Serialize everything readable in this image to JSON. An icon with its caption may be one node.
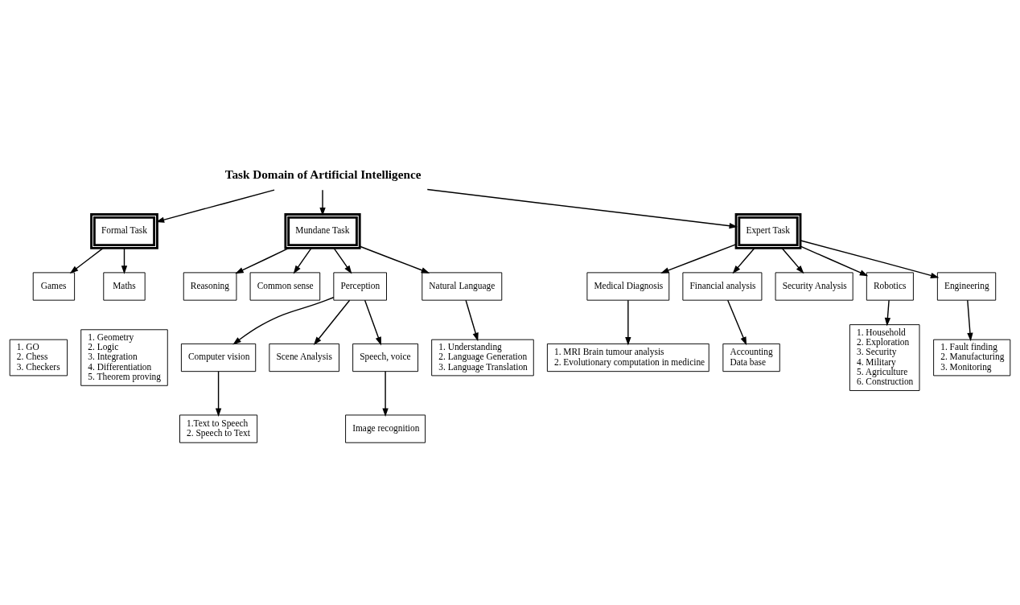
{
  "diagram": {
    "nodes": [
      {
        "text": [
          "Task Domain of Artificial Intelligence"
        ]
      },
      {
        "text": [
          "Formal Task"
        ]
      },
      {
        "text": [
          "Mundane Task"
        ]
      },
      {
        "text": [
          "Expert Task"
        ]
      },
      {
        "text": [
          "Games"
        ]
      },
      {
        "text": [
          "Maths"
        ]
      },
      {
        "text": [
          "1. GO",
          "2. Chess",
          "3. Checkers"
        ]
      },
      {
        "text": [
          "1. Geometry",
          "2. Logic",
          "3. Integration",
          "4. Differentiation",
          "5. Theorem proving"
        ]
      },
      {
        "text": [
          "Reasoning"
        ]
      },
      {
        "text": [
          "Common sense"
        ]
      },
      {
        "text": [
          "Perception"
        ]
      },
      {
        "text": [
          "Natural Language"
        ]
      },
      {
        "text": [
          "Computer vision"
        ]
      },
      {
        "text": [
          "Scene Analysis"
        ]
      },
      {
        "text": [
          "Speech, voice"
        ]
      },
      {
        "text": [
          "1. Understanding",
          "2. Language Generation",
          "3. Language Translation"
        ]
      },
      {
        "text": [
          "1.Text to Speech",
          "2. Speech to Text"
        ]
      },
      {
        "text": [
          "Image recognition"
        ]
      },
      {
        "text": [
          "Medical Diagnosis"
        ]
      },
      {
        "text": [
          "Financial analysis"
        ]
      },
      {
        "text": [
          "Security Analysis"
        ]
      },
      {
        "text": [
          "Robotics"
        ]
      },
      {
        "text": [
          "Engineering"
        ]
      },
      {
        "text": [
          "1. MRI Brain tumour analysis",
          "2. Evolutionary computation in medicine"
        ]
      },
      {
        "text": [
          "Accounting",
          "Data base"
        ]
      },
      {
        "text": [
          "1. Household",
          "2. Exploration",
          "3. Security",
          "4. Military",
          "5. Agriculture",
          "6. Construction"
        ]
      },
      {
        "text": [
          "1. Fault finding",
          "2. Manufacturing",
          "3. Monitoring"
        ]
      }
    ],
    "edges": [
      {
        "from": 0,
        "to": 1,
        "arrow": "to"
      },
      {
        "from": 0,
        "to": 2,
        "arrow": "to"
      },
      {
        "from": 0,
        "to": 3,
        "arrow": "to"
      },
      {
        "from": 1,
        "to": 4,
        "arrow": "to"
      },
      {
        "from": 1,
        "to": 5,
        "arrow": "to"
      },
      {
        "from": 2,
        "to": 8,
        "arrow": "to"
      },
      {
        "from": 2,
        "to": 9,
        "arrow": "to"
      },
      {
        "from": 2,
        "to": 10,
        "arrow": "to"
      },
      {
        "from": 2,
        "to": 11,
        "arrow": "to"
      },
      {
        "from": 10,
        "to": 12,
        "arrow": "to"
      },
      {
        "from": 10,
        "to": 13,
        "arrow": "to"
      },
      {
        "from": 10,
        "to": 14,
        "arrow": "to"
      },
      {
        "from": 11,
        "to": 15,
        "arrow": "to"
      },
      {
        "from": 12,
        "to": 16,
        "arrow": "to"
      },
      {
        "from": 14,
        "to": 17,
        "arrow": "to"
      },
      {
        "from": 3,
        "to": 18,
        "arrow": "to"
      },
      {
        "from": 3,
        "to": 19,
        "arrow": "to"
      },
      {
        "from": 3,
        "to": 20,
        "arrow": "to"
      },
      {
        "from": 3,
        "to": 21,
        "arrow": "to"
      },
      {
        "from": 3,
        "to": 22,
        "arrow": "to"
      },
      {
        "from": 18,
        "to": 23,
        "arrow": "to"
      },
      {
        "from": 19,
        "to": 24,
        "arrow": "to"
      },
      {
        "from": 21,
        "to": 25,
        "arrow": "to"
      },
      {
        "from": 22,
        "to": 26,
        "arrow": "to"
      }
    ]
  }
}
